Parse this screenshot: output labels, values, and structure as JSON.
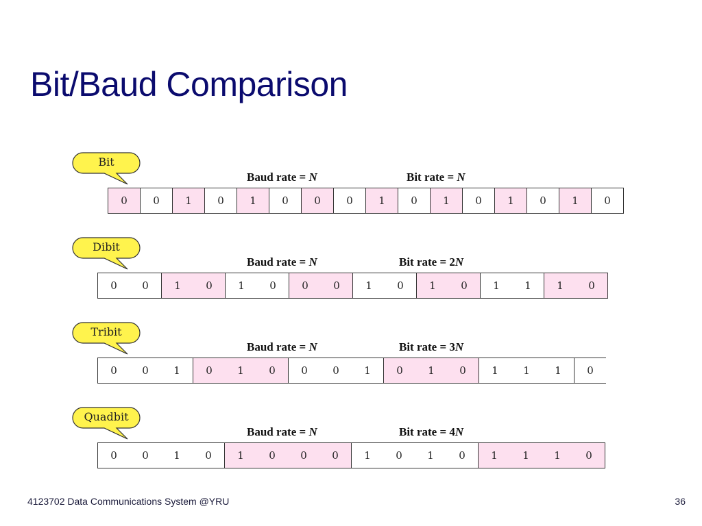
{
  "title": "Bit/Baud Comparison",
  "footer": {
    "course": "4123702 Data Communications System @YRU",
    "page_number": "36"
  },
  "rows": [
    {
      "callout": "Bit",
      "baud_label": "Baud rate = ",
      "baud_var": "N",
      "bit_label": "Bit rate = ",
      "bit_var": "N",
      "group_size": 1,
      "bits": [
        "0",
        "0",
        "1",
        "0",
        "1",
        "0",
        "0",
        "0",
        "1",
        "0",
        "1",
        "0",
        "1",
        "0",
        "1",
        "0"
      ],
      "pink_groups": [
        0,
        2,
        4,
        6,
        8,
        10,
        12,
        14
      ],
      "closed_right": true
    },
    {
      "callout": "Dibit",
      "baud_label": "Baud rate = ",
      "baud_var": "N",
      "bit_label": "Bit rate = 2",
      "bit_var": "N",
      "group_size": 2,
      "bits": [
        "0",
        "0",
        "1",
        "0",
        "1",
        "0",
        "0",
        "0",
        "1",
        "0",
        "1",
        "0",
        "1",
        "1",
        "1",
        "0"
      ],
      "pink_groups": [
        1,
        3,
        5,
        7
      ],
      "closed_right": true
    },
    {
      "callout": "Tribit",
      "baud_label": "Baud rate = ",
      "baud_var": "N",
      "bit_label": "Bit rate = 3",
      "bit_var": "N",
      "group_size": 3,
      "bits": [
        "0",
        "0",
        "1",
        "0",
        "1",
        "0",
        "0",
        "0",
        "1",
        "0",
        "1",
        "0",
        "1",
        "1",
        "1",
        "0"
      ],
      "pink_groups": [
        1,
        3
      ],
      "closed_right": false
    },
    {
      "callout": "Quadbit",
      "baud_label": "Baud rate = ",
      "baud_var": "N",
      "bit_label": "Bit rate = 4",
      "bit_var": "N",
      "group_size": 4,
      "bits": [
        "0",
        "0",
        "1",
        "0",
        "1",
        "0",
        "0",
        "0",
        "1",
        "0",
        "1",
        "0",
        "1",
        "1",
        "1",
        "0"
      ],
      "pink_groups": [
        1,
        3
      ],
      "closed_right": true
    }
  ],
  "colors": {
    "title": "#0b0b6e",
    "callout_fill": "#fff34d",
    "highlight": "#fde0ef"
  }
}
